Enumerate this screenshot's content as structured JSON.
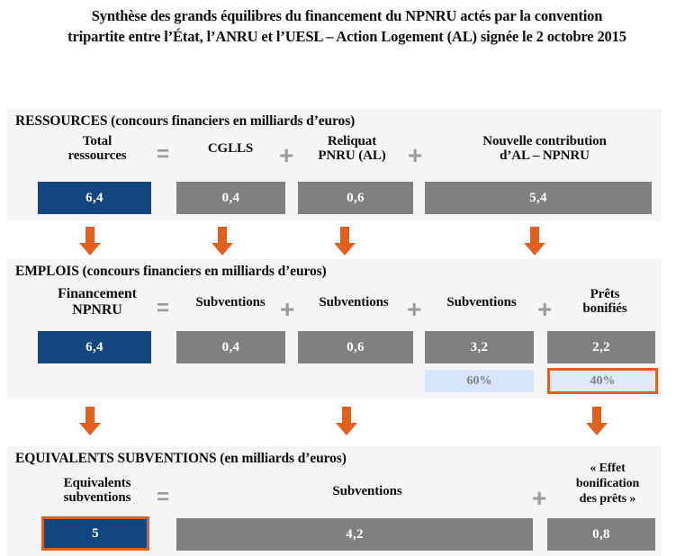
{
  "title": {
    "line1": "Synthèse des grands équilibres du financement du NPNRU actés par la convention",
    "line2": "tripartite entre l’État, l’ANRU et l’UESL – Action Logement (AL) signée le 2 octobre 2015"
  },
  "colors": {
    "accent_blue": "#11467f",
    "bar_gray": "#808080",
    "arrow_orange": "#e0601f",
    "chip_blue": "#d7e5fb",
    "panel_bg": "#f5f5f5",
    "operator_gray": "#9a9a9a"
  },
  "sections": {
    "ressources": {
      "title": "RESSOURCES  (concours financiers en milliards d’euros)",
      "items": [
        {
          "label_line1": "Total",
          "label_line2": "ressources",
          "value": "6,4"
        },
        {
          "label_line1": "CGLLS",
          "label_line2": "",
          "value": "0,4"
        },
        {
          "label_line1": "Reliquat",
          "label_line2": "PNRU (AL)",
          "value": "0,6"
        },
        {
          "label_line1": "Nouvelle contribution",
          "label_line2": "d’AL – NPNRU",
          "value": "5,4"
        }
      ],
      "operators": [
        "=",
        "+",
        "+"
      ]
    },
    "emplois": {
      "title": "EMPLOIS (concours financiers en milliards d’euros)",
      "items": [
        {
          "label_line1": "Financement",
          "label_line2": "NPNRU",
          "value": "6,4",
          "percent": ""
        },
        {
          "label_line1": "Subventions",
          "label_line2": "",
          "value": "0,4",
          "percent": ""
        },
        {
          "label_line1": "Subventions",
          "label_line2": "",
          "value": "0,6",
          "percent": ""
        },
        {
          "label_line1": "Subventions",
          "label_line2": "",
          "value": "3,2",
          "percent": "60%"
        },
        {
          "label_line1": "Prêts",
          "label_line2": "bonifiés",
          "value": "2,2",
          "percent": "40%"
        }
      ],
      "operators": [
        "=",
        "+",
        "+",
        "+"
      ]
    },
    "equivalents": {
      "title": "EQUIVALENTS SUBVENTIONS (en milliards d’euros)",
      "items": [
        {
          "label_line1": "Equivalents",
          "label_line2": "subventions",
          "label_line3": "",
          "value": "5"
        },
        {
          "label_line1": "Subventions",
          "label_line2": "",
          "label_line3": "",
          "value": "4,2"
        },
        {
          "label_line1": "« Effet",
          "label_line2": "bonification",
          "label_line3": "des prêts »",
          "value": "0,8"
        }
      ],
      "operators": [
        "=",
        "+"
      ]
    }
  },
  "arrows": {
    "row1": [
      "down-arrow",
      "down-arrow",
      "down-arrow",
      "down-arrow"
    ],
    "row2": [
      "down-arrow",
      "down-arrow",
      "down-arrow"
    ]
  }
}
